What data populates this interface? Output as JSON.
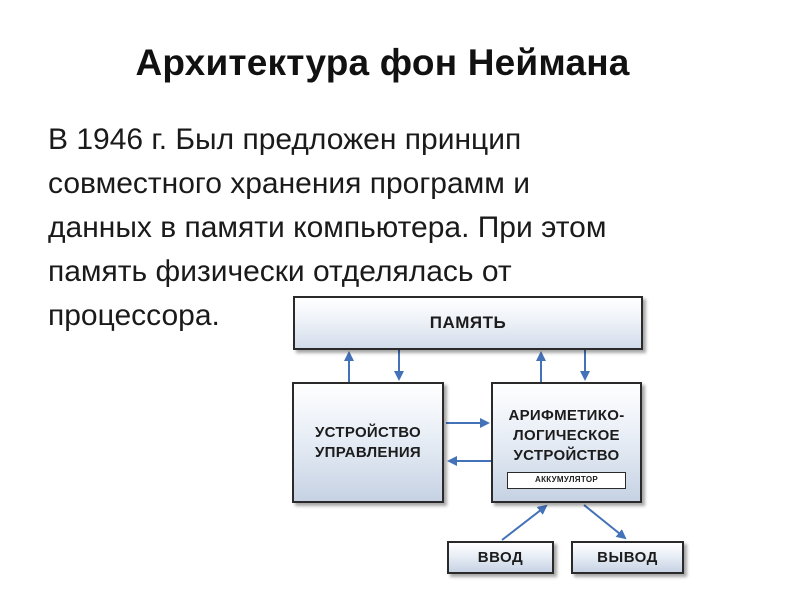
{
  "title": "Архитектура фон Неймана",
  "body_lines": [
    "В 1946 г. Был предложен принцип",
    "совместного хранения программ и",
    "данных в памяти компьютера. При этом",
    "память физически отделялась от",
    "процессора."
  ],
  "diagram": {
    "memory": "ПАМЯТЬ",
    "control_unit_lines": [
      "УСТРОЙСТВО",
      "УПРАВЛЕНИЯ"
    ],
    "alu_lines": [
      "АРИФМЕТИКО-",
      "ЛОГИЧЕСКОЕ",
      "УСТРОЙСТВО"
    ],
    "accumulator": "АККУМУЛЯТОР",
    "input": "ВВОД",
    "output": "ВЫВОД"
  },
  "colors": {
    "arrow": "#4472b8",
    "box_border": "#2a2a2a"
  }
}
